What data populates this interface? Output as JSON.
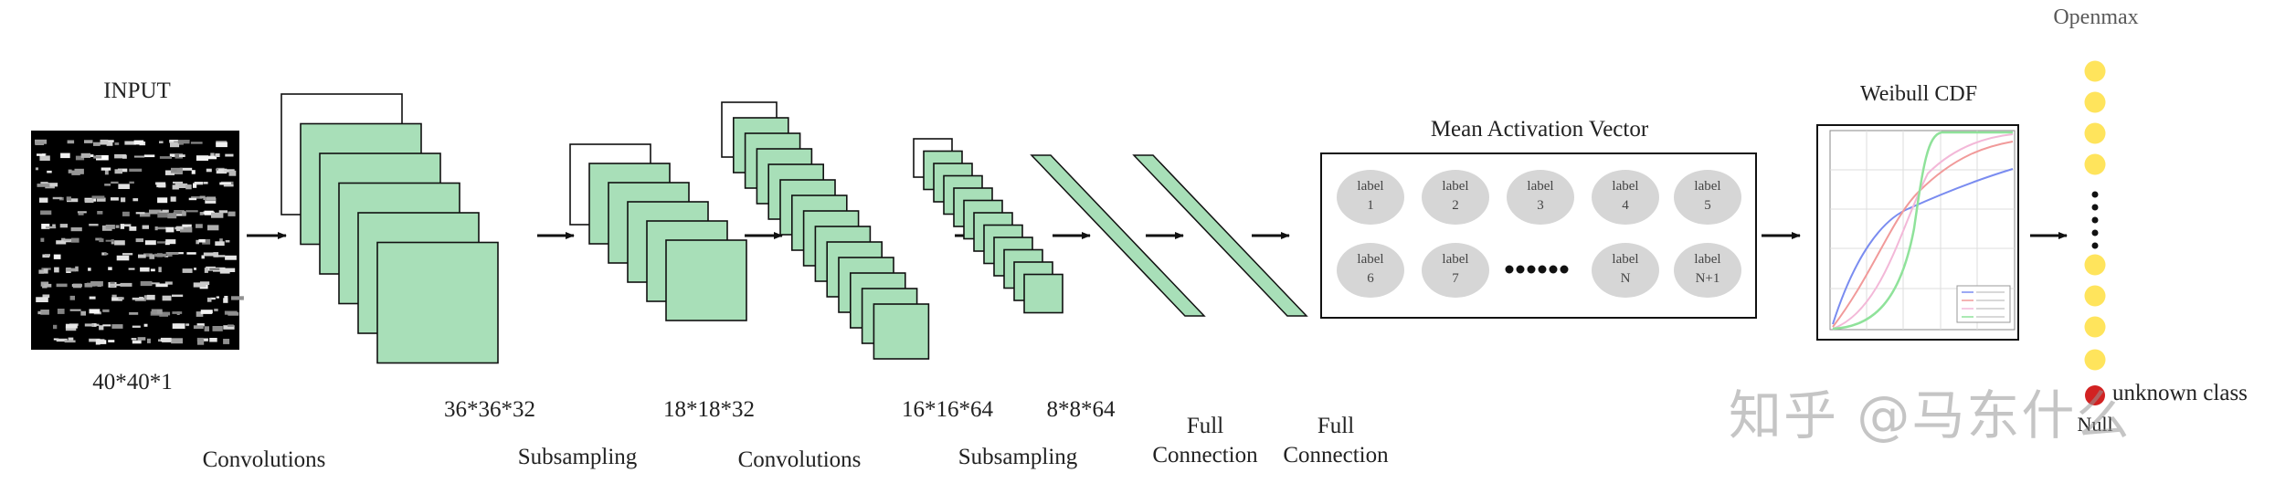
{
  "input": {
    "title": "INPUT",
    "size": "40*40*1"
  },
  "stage_sizes": [
    "36*36*32",
    "18*18*32",
    "16*16*64",
    "8*8*64"
  ],
  "stage_labels": [
    "Convolutions",
    "Subsampling",
    "Convolutions",
    "Subsampling"
  ],
  "full_connection": [
    {
      "line1": "Full",
      "line2": "Connection"
    },
    {
      "line1": "Full",
      "line2": "Connection"
    }
  ],
  "mav": {
    "title": "Mean Activation Vector",
    "nodes": [
      {
        "a": "label",
        "b": "1"
      },
      {
        "a": "label",
        "b": "2"
      },
      {
        "a": "label",
        "b": "3"
      },
      {
        "a": "label",
        "b": "4"
      },
      {
        "a": "label",
        "b": "5"
      },
      {
        "a": "label",
        "b": "6"
      },
      {
        "a": "label",
        "b": "7"
      },
      {
        "a": "label",
        "b": "N"
      },
      {
        "a": "label",
        "b": "N+1"
      }
    ]
  },
  "weibull": {
    "title": "Weibull CDF"
  },
  "openmax": {
    "title": "Openmax",
    "unknown_label": "unknown class",
    "null_label": "Null"
  },
  "watermark": "知乎 @马东什么",
  "colors": {
    "fill": "#a8dfb8",
    "stroke": "#111111",
    "node": "#d6d6d6",
    "output_node": "#ffe45c",
    "unknown_node": "#d22222"
  }
}
